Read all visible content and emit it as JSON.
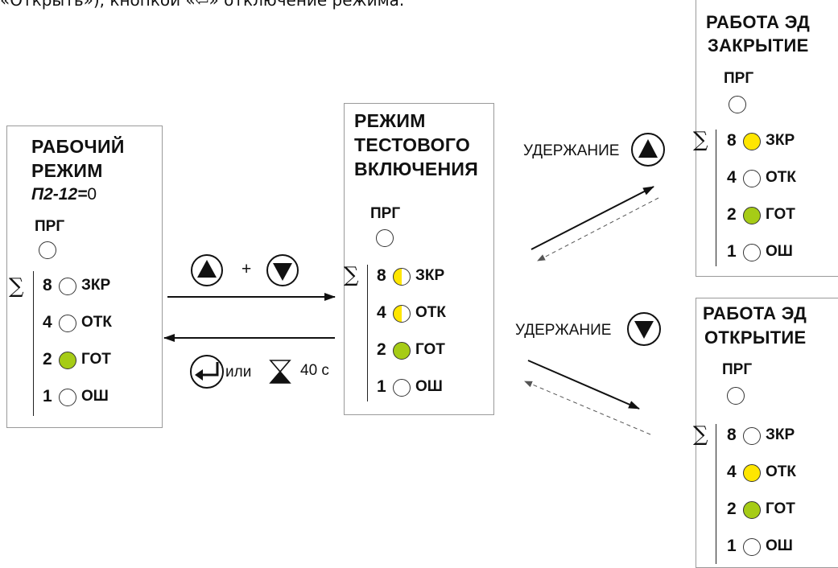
{
  "top_caption": "«Открыть»), кнопкой «⏎» отключение режима.",
  "panels": {
    "working": {
      "title_line1": "РАБОЧИЙ",
      "title_line2": "РЕЖИМ",
      "param_name": "П2-12=",
      "param_value": "0",
      "prg": "ПРГ",
      "rows": [
        {
          "num": "8",
          "label": "ЗКР",
          "state": "off"
        },
        {
          "num": "4",
          "label": "ОТК",
          "state": "off"
        },
        {
          "num": "2",
          "label": "ГОТ",
          "state": "green"
        },
        {
          "num": "1",
          "label": "ОШ",
          "state": "off"
        }
      ]
    },
    "test": {
      "title_line1": "РЕЖИМ",
      "title_line2": "ТЕСТОВОГО",
      "title_line3": "ВКЛЮЧЕНИЯ",
      "prg": "ПРГ",
      "rows": [
        {
          "num": "8",
          "label": "ЗКР",
          "state": "half-yellow"
        },
        {
          "num": "4",
          "label": "ОТК",
          "state": "half-yellow"
        },
        {
          "num": "2",
          "label": "ГОТ",
          "state": "green"
        },
        {
          "num": "1",
          "label": "ОШ",
          "state": "off"
        }
      ]
    },
    "close": {
      "title_line1": "РАБОТА ЭД",
      "title_line2": "ЗАКРЫТИЕ",
      "prg": "ПРГ",
      "rows": [
        {
          "num": "8",
          "label": "ЗКР",
          "state": "yellow"
        },
        {
          "num": "4",
          "label": "ОТК",
          "state": "off"
        },
        {
          "num": "2",
          "label": "ГОТ",
          "state": "green"
        },
        {
          "num": "1",
          "label": "ОШ",
          "state": "off"
        }
      ]
    },
    "open": {
      "title_line1": "РАБОТА ЭД",
      "title_line2": "ОТКРЫТИЕ",
      "prg": "ПРГ",
      "rows": [
        {
          "num": "8",
          "label": "ЗКР",
          "state": "off"
        },
        {
          "num": "4",
          "label": "ОТК",
          "state": "yellow"
        },
        {
          "num": "2",
          "label": "ГОТ",
          "state": "green"
        },
        {
          "num": "1",
          "label": "ОШ",
          "state": "off"
        }
      ]
    }
  },
  "transitions": {
    "plus": "+",
    "ili": "или",
    "timeout": "40 с",
    "hold_up": "УДЕРЖАНИЕ",
    "hold_down": "УДЕРЖАНИЕ"
  },
  "sigma": "∑",
  "colors": {
    "yellow": "#ffe600",
    "green": "#a6cc16",
    "off": "#ffffff"
  },
  "icons": [
    "up-arrow-button-icon",
    "down-arrow-button-icon",
    "enter-button-icon",
    "hourglass-icon"
  ]
}
